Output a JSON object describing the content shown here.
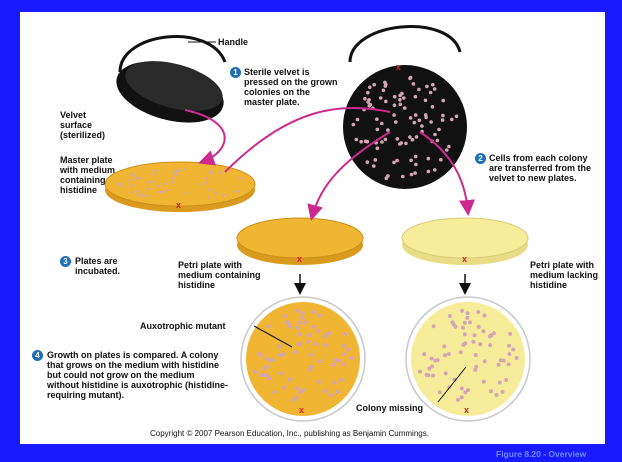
{
  "colors": {
    "background_blue": "#1a1aff",
    "panel_white": "#ffffff",
    "medium_with_histidine": "#f1b534",
    "medium_lacking_histidine": "#f7ec9a",
    "velvet_black": "#111111",
    "colony_pink": "#d4a6b4",
    "arrow_magenta": "#cc2a8e",
    "marker_red": "#d6232a",
    "step_badge_blue": "#1e6fb3"
  },
  "labels": {
    "handle": "Handle",
    "velvet_surface": "Velvet\nsurface\n(sterilized)",
    "master_plate": "Master plate\nwith medium\ncontaining\nhistidine",
    "petri_with_histidine": "Petri plate with\nmedium containing\nhistidine",
    "petri_lacking_histidine": "Petri plate with\nmedium lacking\nhistidine",
    "auxotrophic_mutant": "Auxotrophic mutant",
    "colony_missing": "Colony missing",
    "orientation_mark": "x"
  },
  "steps": [
    {
      "number": "1",
      "text": "Sterile velvet is\npressed on the grown\ncolonies on the\nmaster plate."
    },
    {
      "number": "2",
      "text": "Cells from each colony\nare transferred from the\nvelvet to new plates."
    },
    {
      "number": "3",
      "text": "Plates are\nincubated."
    },
    {
      "number": "4",
      "text": "Growth on plates is compared.  A colony\nthat grows on the medium with histidine\nbut could not grow on the medium\nwithout histidine is auxotrophic (histidine-\nrequiring mutant)."
    }
  ],
  "copyright": "Copyright © 2007 Pearson Education, Inc., publishing as Benjamin Cummings.",
  "figure_label": "Figure 8.20 - Overview"
}
